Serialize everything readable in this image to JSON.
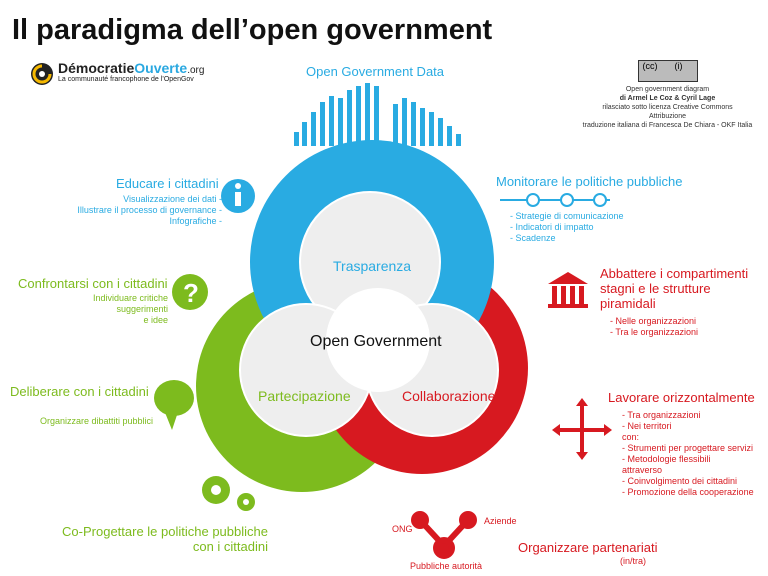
{
  "title": "Il paradigma dell’open government",
  "logo": {
    "name_a": "Démocratie",
    "name_b": "Ouverte",
    "name_c": ".org",
    "tagline": "La communauté francophone de l’OpenGov"
  },
  "license": {
    "line1": "Open government diagram",
    "line2": "di Armel Le Coz  &  Cyril Lage",
    "line3": "rilasciato sotto licenza Creative Commons",
    "line4": "Attribuzione",
    "line5": "traduzione italiana di Francesca De Chiara - OKF Italia"
  },
  "center": "Open Government",
  "circles": {
    "top": "Trasparenza",
    "left": "Partecipazione",
    "right": "Collaborazione"
  },
  "colors": {
    "blue": "#29abe2",
    "green": "#7dbb1e",
    "red": "#d71920"
  },
  "sections": {
    "data": {
      "label": "Open Government Data"
    },
    "educare": {
      "label": "Educare i cittadini",
      "items": [
        "Visualizzazione dei dati -",
        "Illustrare il processo di governance -",
        "Infografiche -"
      ],
      "icon": "info-icon"
    },
    "monitorare": {
      "label": "Monitorare le politiche pubbliche",
      "items": [
        "- Strategie di comunicazione",
        "- Indicatori di impatto",
        "- Scadenze"
      ],
      "icon": "timeline-icon"
    },
    "confrontarsi": {
      "label": "Confrontarsi con  i cittadini",
      "items": [
        "Individuare critiche",
        "suggerimenti",
        "e idee"
      ],
      "icon": "question-icon"
    },
    "deliberare": {
      "label": "Deliberare con i cittadini",
      "items": [
        "Organizzare dibattiti pubblici"
      ],
      "icon": "speech-bubble-icon"
    },
    "coprogettare": {
      "label_1": "Co-Progettare le politiche pubbliche",
      "label_2": "con i cittadini",
      "icon": "gears-icon"
    },
    "abbattere": {
      "label_1": "Abbattere i compartimenti",
      "label_2": "stagni e le strutture",
      "label_3": "piramidali",
      "items": [
        "- Nelle organizzazioni",
        "- Tra le organizzazioni"
      ],
      "icon": "building-icon"
    },
    "lavorare": {
      "label": "Lavorare orizzontalmente",
      "items": [
        "- Tra organizzazioni",
        "- Nei territori",
        "con:",
        "- Strumenti per progettare servizi",
        "- Metodologie flessibili",
        "attraverso",
        "- Coinvolgimento dei cittadini",
        "- Promozione della cooperazione"
      ],
      "icon": "arrows-icon"
    },
    "partenariati": {
      "label": "Organizzare partenariati",
      "sub": "(in/tra)",
      "nodes": [
        "ONG",
        "Aziende",
        "Pubbliche autorità"
      ],
      "icon": "network-icon"
    }
  }
}
